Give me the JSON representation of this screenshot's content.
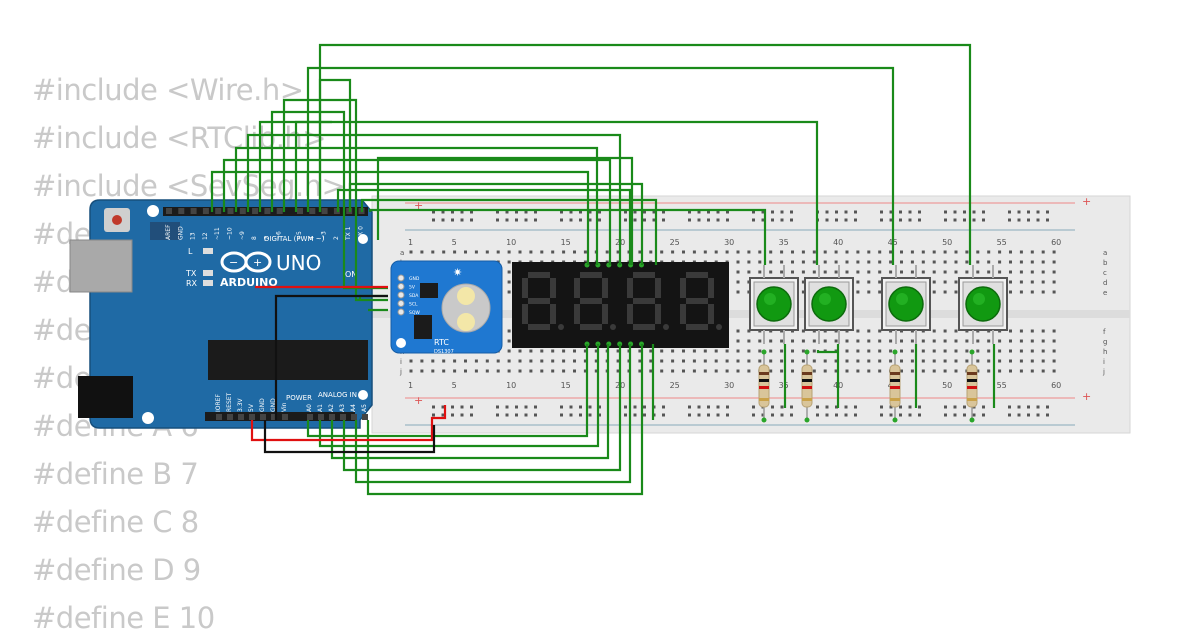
{
  "code_lines": [
    "#include <Wire.h>",
    "#include <RTClib.h>",
    "#include <SevSeg.h>",
    "#define",
    "#define",
    "#define",
    "#define",
    "#define A 6",
    "#define B 7",
    "#define C 8",
    "#define D 9",
    "#define E 10"
  ],
  "arduino": {
    "board_label": "UNO",
    "brand": "ARDUINO",
    "digital_label": "DIGITAL (PWM ~)",
    "power_label": "POWER",
    "analog_label": "ANALOG IN",
    "tx": "TX",
    "rx": "RX",
    "l_led": "L",
    "on_label": "ON",
    "top_pins": [
      "AREF",
      "GND",
      "13",
      "12",
      "~11",
      "~10",
      "~9",
      "8",
      "7",
      "~6",
      "~5",
      "4",
      "~3",
      "2",
      "TX 1",
      "RX 0"
    ],
    "bottom_pins": [
      "IOREF",
      "RESET",
      "3.3V",
      "5V",
      "GND",
      "GND",
      "Vin",
      "A0",
      "A1",
      "A2",
      "A3",
      "A4",
      "A5"
    ]
  },
  "rtc": {
    "label": "RTC",
    "chip": "DS1307",
    "pins": [
      "GND",
      "5V",
      "SDA",
      "SCL",
      "SQW"
    ]
  },
  "breadboard": {
    "column_numbers": [
      "1",
      "5",
      "10",
      "15",
      "20",
      "25",
      "30",
      "35",
      "40",
      "45",
      "50",
      "55",
      "60"
    ],
    "top_rows": [
      "a",
      "b",
      "c",
      "d",
      "e"
    ],
    "bottom_rows": [
      "f",
      "g",
      "h",
      "i",
      "j"
    ],
    "rail_plus": "+",
    "rail_minus": "-"
  },
  "colors": {
    "wire_green": "#1a8a1a",
    "wire_red": "#e01010",
    "wire_black": "#111111",
    "arduino_blue": "#1f6aa5",
    "rtc_blue": "#1f78d1",
    "display_bg": "#141414",
    "segment_off": "#3a3a3a",
    "button_green": "#119911"
  },
  "buttons": {
    "count": 4
  },
  "resistors": {
    "count": 4
  }
}
